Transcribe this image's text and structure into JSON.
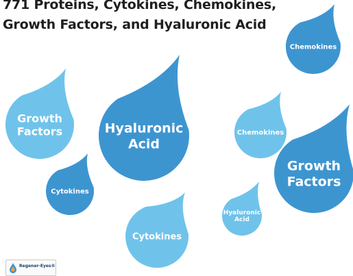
{
  "title": {
    "line1": "771 Proteins, Cytokines, Chemokines,",
    "line2": "Growth Factors, and Hyaluronic Acid"
  },
  "colors": {
    "dark_blue": "#3d95d0",
    "light_blue": "#6fc3ea",
    "text_white": "#ffffff",
    "title": "#1f1f1f"
  },
  "drops": [
    {
      "label_lines": [
        "Growth",
        "Factors"
      ],
      "color": "light_blue"
    },
    {
      "label_lines": [
        "Hyaluronic",
        "Acid"
      ],
      "color": "dark_blue"
    },
    {
      "label_lines": [
        "Cytokines"
      ],
      "color": "dark_blue"
    },
    {
      "label_lines": [
        "Cytokines"
      ],
      "color": "light_blue"
    },
    {
      "label_lines": [
        "Chemokines"
      ],
      "color": "dark_blue"
    },
    {
      "label_lines": [
        "Chemokines"
      ],
      "color": "light_blue"
    },
    {
      "label_lines": [
        "Growth",
        "Factors"
      ],
      "color": "dark_blue"
    },
    {
      "label_lines": [
        "Hyaluronic",
        "Acid"
      ],
      "color": "light_blue"
    }
  ],
  "logo": {
    "text": "Regener-Eyes®",
    "icon": "droplet-logo-icon"
  }
}
